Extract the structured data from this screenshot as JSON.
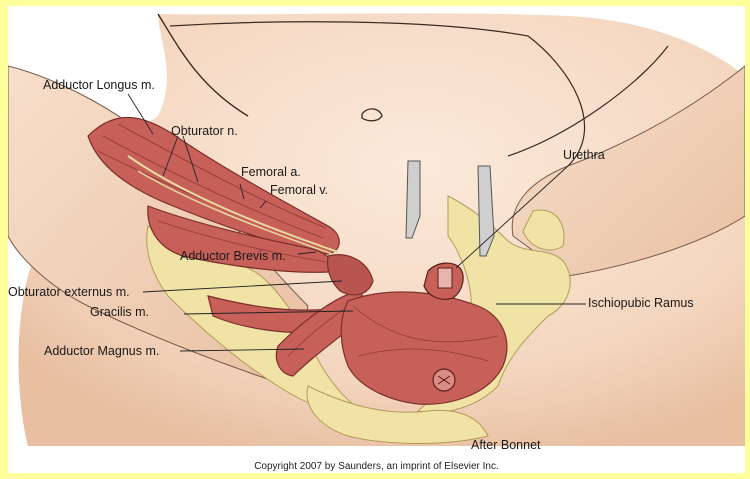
{
  "figure": {
    "labels": {
      "adductor_longus": "Adductor Longus m.",
      "obturator_n": "Obturator n.",
      "femoral_a": "Femoral a.",
      "femoral_v": "Femoral v.",
      "adductor_brevis": "Adductor Brevis m.",
      "obturator_externus": "Obturator externus m.",
      "gracilis": "Gracilis m.",
      "adductor_magnus": "Adductor Magnus m.",
      "urethra": "Urethra",
      "ischiopubic_ramus": "Ischiopubic Ramus",
      "after_bonnet": "After Bonnet"
    },
    "copyright": "Copyright 2007 by Saunders, an imprint of Elsevier Inc."
  },
  "colors": {
    "page_border": "#fefe9a",
    "skin": "#f6dcc7",
    "skin_shadow": "#e9c2a6",
    "muscle": "#c8605a",
    "muscle_dark": "#a24640",
    "bone": "#f1e2a6",
    "artery": "#c0392b",
    "vein": "#3b7fc4"
  }
}
